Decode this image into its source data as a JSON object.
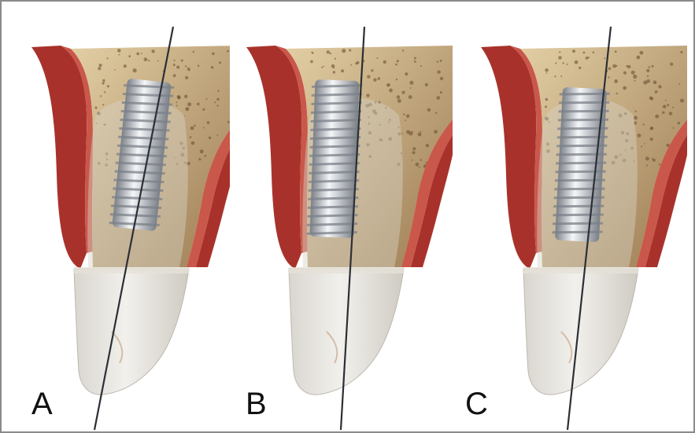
{
  "figure": {
    "panels": [
      {
        "label": "A",
        "implant_variant": "palatal-tilted"
      },
      {
        "label": "B",
        "implant_variant": "centered"
      },
      {
        "label": "C",
        "implant_variant": "labial-axis"
      }
    ]
  },
  "colors": {
    "gingiva_outer": "#a8322b",
    "gingiva_inner": "#c9584a",
    "bone_cortex": "#c9b48a",
    "bone_cancellous": "#9c7b52",
    "bone_pore": "#6e5233",
    "implant_metal": "#c8ccd2",
    "implant_shadow": "#7b8088",
    "tooth_crown": "#f2f0ec",
    "root_ghost": "#d8d2c6",
    "axis_line": "#2b2f36",
    "label_text": "#111111",
    "border": "#8a8a8a"
  }
}
